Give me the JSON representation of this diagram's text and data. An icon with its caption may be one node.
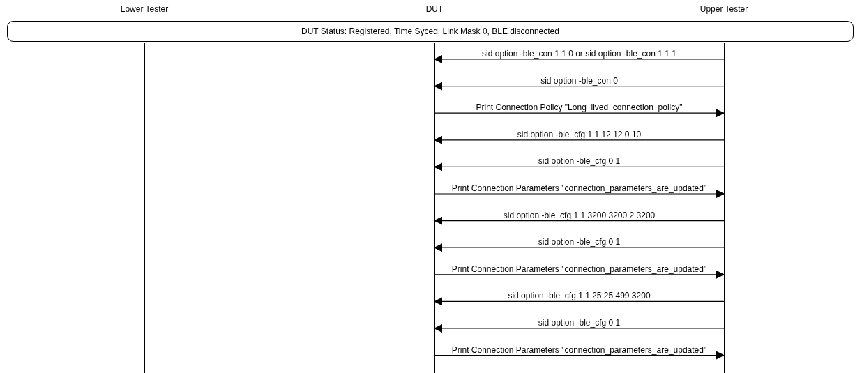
{
  "diagram": {
    "nodes": [
      {
        "text": [
          "Lower Tester"
        ]
      },
      {
        "text": [
          "DUT"
        ]
      },
      {
        "text": [
          "Upper Tester"
        ]
      },
      {
        "text": [
          "DUT Status: Registered, Time Syced, Link Mask 0, BLE disconnected"
        ]
      }
    ],
    "edges": [
      {
        "from": 2,
        "to": 1,
        "arrow": "to",
        "label": "sid option -ble_con 1 1 0 or sid option -ble_con 1 1 1"
      },
      {
        "from": 2,
        "to": 1,
        "arrow": "to",
        "label": "sid option -ble_con 0"
      },
      {
        "from": 1,
        "to": 2,
        "arrow": "to",
        "label": "Print Connection Policy \"Long_lived_connection_policy\""
      },
      {
        "from": 2,
        "to": 1,
        "arrow": "to",
        "label": "sid option -ble_cfg 1 1 12 12 0 10"
      },
      {
        "from": 2,
        "to": 1,
        "arrow": "to",
        "label": "sid option -ble_cfg 0 1"
      },
      {
        "from": 1,
        "to": 2,
        "arrow": "to",
        "label": "Print Connection Parameters \"connection_parameters_are_updated\""
      },
      {
        "from": 2,
        "to": 1,
        "arrow": "to",
        "label": "sid option -ble_cfg 1 1 3200 3200 2 3200"
      },
      {
        "from": 2,
        "to": 1,
        "arrow": "to",
        "label": "sid option -ble_cfg 0 1"
      },
      {
        "from": 1,
        "to": 2,
        "arrow": "to",
        "label": "Print Connection Parameters \"connection_parameters_are_updated\""
      },
      {
        "from": 2,
        "to": 1,
        "arrow": "to",
        "label": "sid option -ble_cfg 1 1 25 25 499 3200"
      },
      {
        "from": 2,
        "to": 1,
        "arrow": "to",
        "label": "sid option -ble_cfg 0 1"
      },
      {
        "from": 1,
        "to": 2,
        "arrow": "to",
        "label": "Print Connection Parameters \"connection_parameters_are_updated\""
      }
    ]
  }
}
